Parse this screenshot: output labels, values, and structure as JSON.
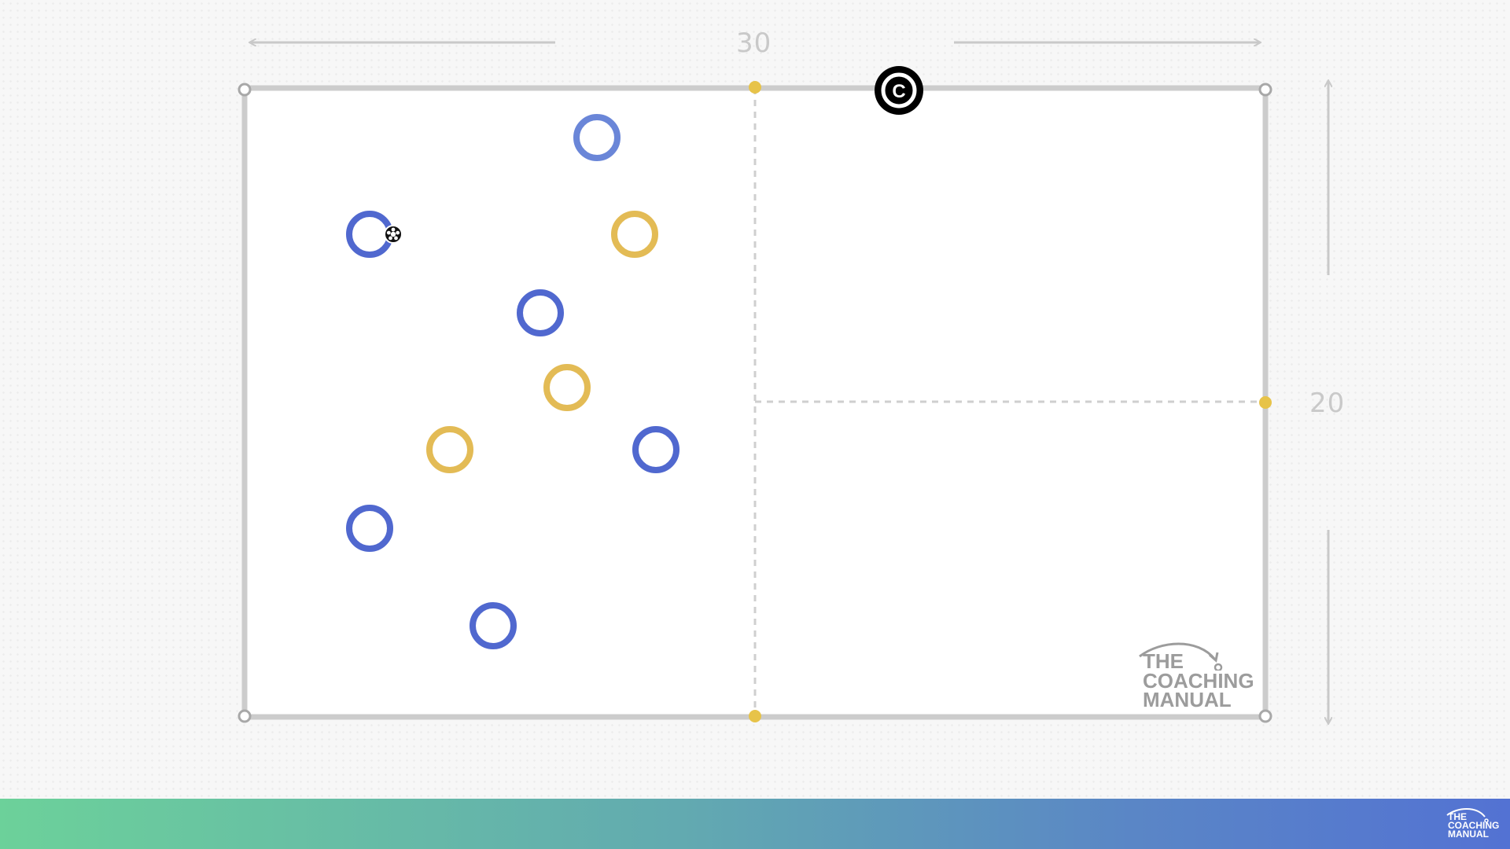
{
  "diagram": {
    "dimensions": {
      "width_label": "30",
      "height_label": "20"
    },
    "colors": {
      "pitch_line": "#cccccc",
      "divider": "#cfcfcf",
      "blue_team": "#5068cf",
      "light_blue_player": "#6a86d8",
      "yellow_team": "#e3bb55",
      "cone_marker_yellow": "#e7c349",
      "corner_marker": "#a8a8a8",
      "coach": "#000000",
      "footer_gradient_start": "#6cd19a",
      "footer_gradient_end": "#5372d3"
    },
    "coach": {
      "label": "C"
    },
    "players": [
      {
        "team": "blue",
        "shade": "light",
        "has_ball": false
      },
      {
        "team": "blue",
        "shade": "normal",
        "has_ball": true
      },
      {
        "team": "yellow",
        "shade": "normal",
        "has_ball": false
      },
      {
        "team": "blue",
        "shade": "normal",
        "has_ball": false
      },
      {
        "team": "yellow",
        "shade": "normal",
        "has_ball": false
      },
      {
        "team": "yellow",
        "shade": "normal",
        "has_ball": false
      },
      {
        "team": "blue",
        "shade": "normal",
        "has_ball": false
      },
      {
        "team": "blue",
        "shade": "normal",
        "has_ball": false
      },
      {
        "team": "blue",
        "shade": "normal",
        "has_ball": false
      }
    ],
    "ball_icon": "soccer-ball-icon"
  },
  "branding": {
    "logo_lines": [
      "THE",
      "COACHING",
      "MANUAL"
    ],
    "footer_logo_lines": [
      "THE",
      "COACHING",
      "MANUAL"
    ]
  }
}
